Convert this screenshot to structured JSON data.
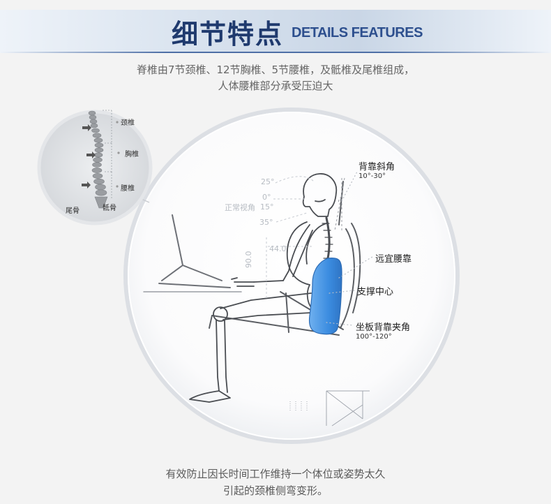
{
  "header": {
    "title_cn": "细节特点",
    "title_en": "DETAILS FEATURES"
  },
  "intro": {
    "line1": "脊椎由7节颈椎、12节胸椎、5节腰椎，及骶椎及尾椎组成，",
    "line2": "人体腰椎部分承受压迫大"
  },
  "spine_inset": {
    "labels": {
      "cervical": "颈椎",
      "thoracic": "胸椎",
      "lumbar": "腰椎",
      "coccyx": "尾骨",
      "sacrum": "骶骨"
    }
  },
  "diagram": {
    "annotations": {
      "backrest_tilt": "背靠斜角",
      "backrest_tilt_range": "10°-30°",
      "lumbar_support": "远宜腰靠",
      "support_center": "支撑中心",
      "seat_back_angle": "坐板背靠夹角",
      "seat_back_angle_range": "100°-120°"
    },
    "faint_marks": {
      "a25": "25°",
      "a0": "0°",
      "view_angle": "正常视角",
      "a15": "15°",
      "a35": "35°",
      "d440": "44.0",
      "d900": "90.0"
    },
    "colors": {
      "cushion": "#3b8ce0",
      "circle_border": "#d8dde4"
    }
  },
  "footer": {
    "line1": "有效防止因长时间工作维持一个体位或姿势太久",
    "line2": "引起的颈椎侧弯变形。"
  }
}
